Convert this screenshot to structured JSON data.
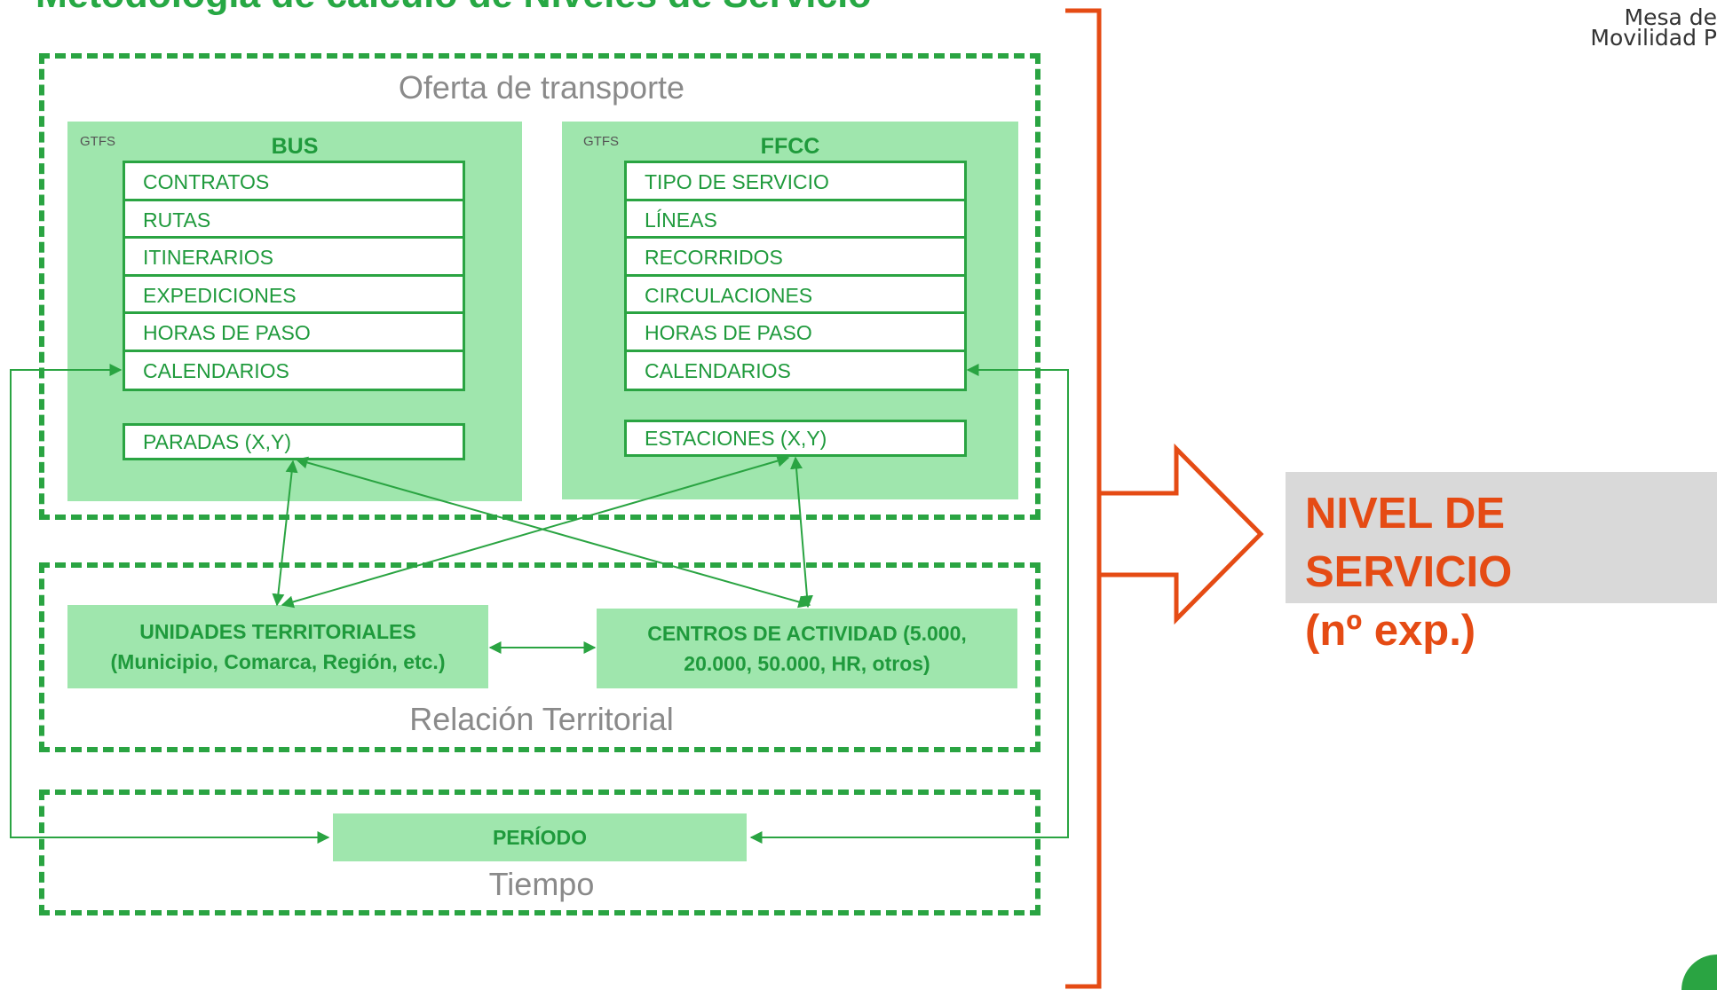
{
  "page": {
    "title": "Metodología de cálculo de Niveles de Servicio"
  },
  "brand": {
    "line1": "Mesa de",
    "line2": "Movilidad P"
  },
  "supply": {
    "label": "Oferta de transporte",
    "bus": {
      "tag": "GTFS",
      "title": "BUS",
      "rows": [
        "CONTRATOS",
        "RUTAS",
        "ITINERARIOS",
        "EXPEDICIONES",
        "HORAS DE PASO",
        "CALENDARIOS"
      ],
      "stops": "PARADAS (X,Y)"
    },
    "rail": {
      "tag": "GTFS",
      "title": "FFCC",
      "rows": [
        "TIPO DE SERVICIO",
        "LÍNEAS",
        "RECORRIDOS",
        "CIRCULACIONES",
        "HORAS DE PASO",
        "CALENDARIOS"
      ],
      "stations": "ESTACIONES (X,Y)"
    }
  },
  "territorial": {
    "label": "Relación Territorial",
    "units": {
      "line1": "UNIDADES TERRITORIALES",
      "line2": "(Municipio, Comarca, Región, etc.)"
    },
    "centers": {
      "line1": "CENTROS DE ACTIVIDAD (5.000,",
      "line2": "20.000, 50.000, HR, otros)"
    }
  },
  "time": {
    "label": "Tiempo",
    "period": "PERÍODO"
  },
  "result": {
    "line1": "NIVEL DE SERVICIO",
    "line2": "(nº exp.)"
  },
  "colors": {
    "green": "#2aa442",
    "panel": "#9fe6ad",
    "accent": "#e54b14",
    "result_bg": "#d9d9d9"
  }
}
